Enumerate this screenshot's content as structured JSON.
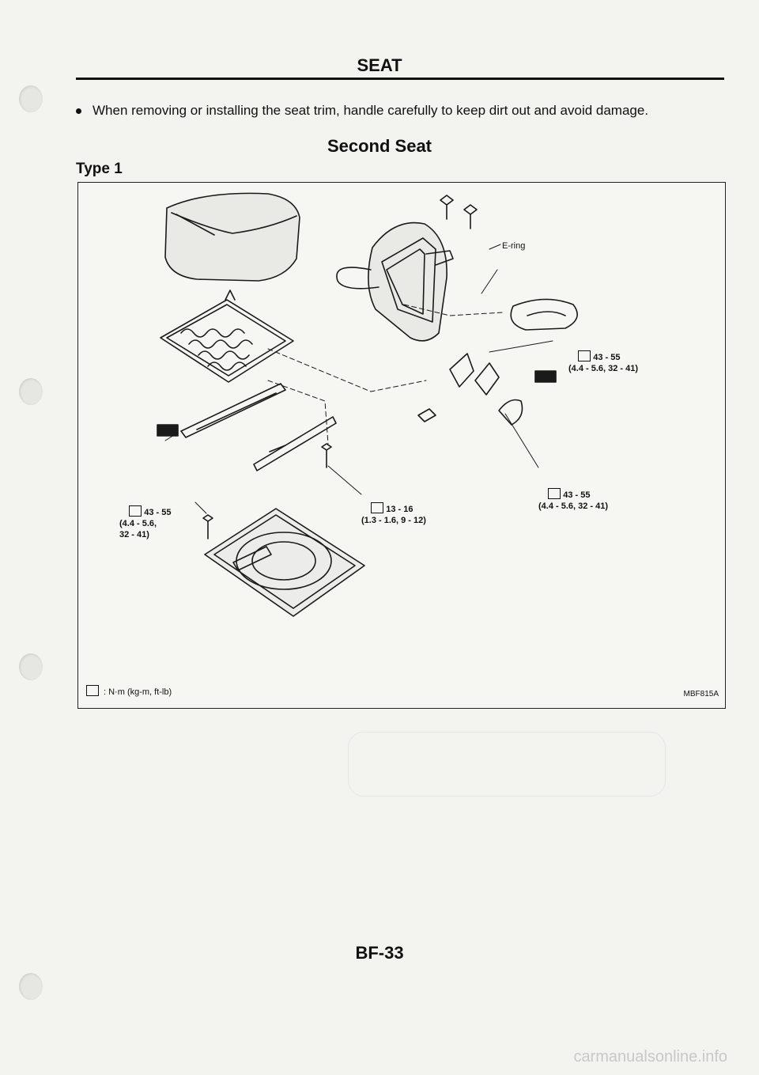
{
  "header": {
    "title": "SEAT"
  },
  "intro": {
    "bullet": "When removing or installing the seat trim, handle carefully to keep dirt out and avoid damage."
  },
  "section": {
    "title": "Second Seat",
    "type": "Type 1"
  },
  "figure": {
    "e_ring": "E-ring",
    "torque_top_right": "43 - 55\n(4.4 - 5.6, 32 - 41)",
    "torque_mid_right": "43 - 55\n(4.4 - 5.6, 32 - 41)",
    "torque_center": "13 - 16\n(1.3 - 1.6, 9 - 12)",
    "torque_left": "43 - 55\n(4.4 - 5.6,\n32 - 41)",
    "legend": ": N·m (kg-m, ft-lb)",
    "code": "MBF815A"
  },
  "footer": {
    "page": "BF-33",
    "watermark": "carmanualsonline.info"
  }
}
